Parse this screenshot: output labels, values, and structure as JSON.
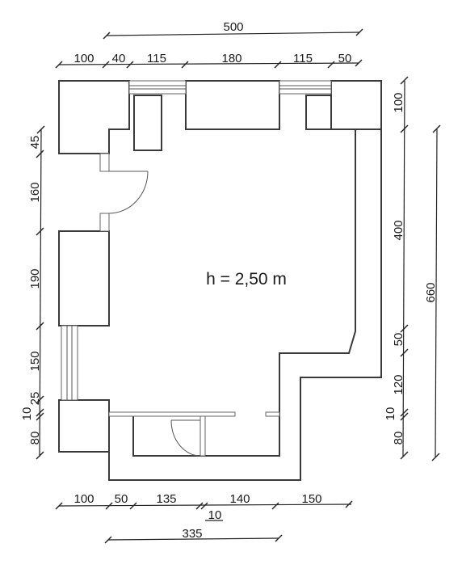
{
  "ceiling_height": "h = 2,50 m",
  "dimensions": {
    "top_total": "500",
    "top": [
      "100",
      "40",
      "115",
      "180",
      "115",
      "50"
    ],
    "left": [
      "45",
      "160",
      "190",
      "150",
      "25",
      "10",
      "80"
    ],
    "right_inner": [
      "100",
      "400",
      "50",
      "120",
      "10",
      "80"
    ],
    "right_total": "660",
    "bottom": [
      "100",
      "50",
      "135",
      "140",
      "150"
    ],
    "bottom_small": "10",
    "bottom_total": "335"
  }
}
